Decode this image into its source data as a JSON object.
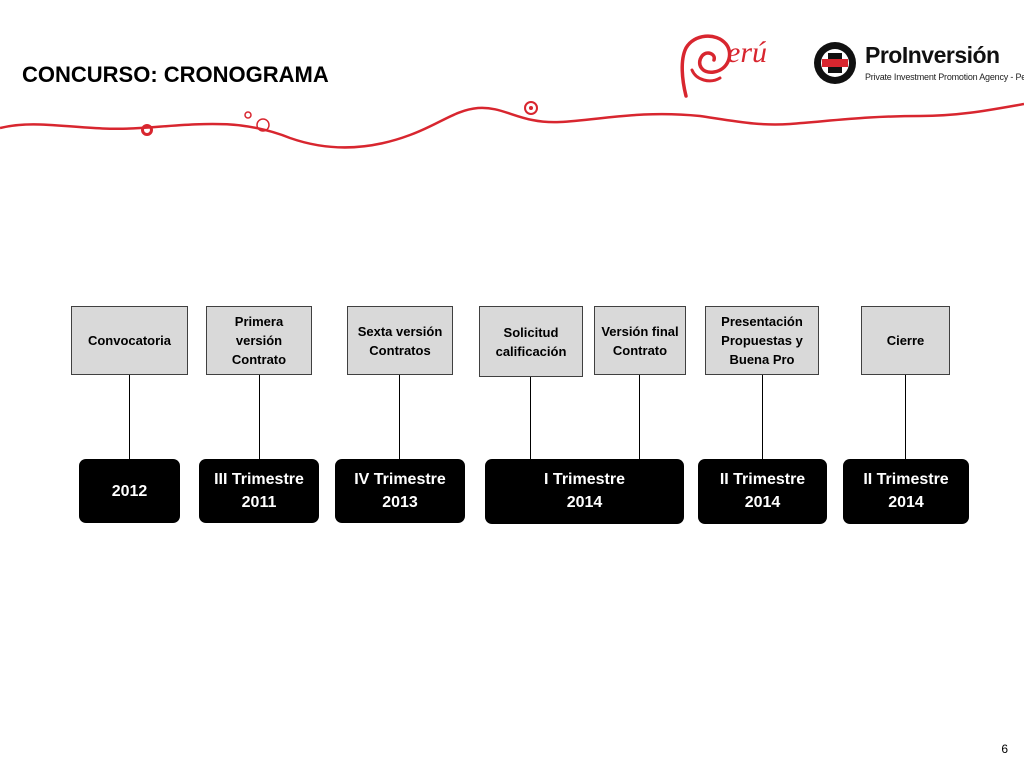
{
  "slide": {
    "title": "CONCURSO: CRONOGRAMA",
    "page_number": "6"
  },
  "logos": {
    "peru": {
      "text": "erú",
      "color": "#d8262f"
    },
    "proinversion": {
      "name": "ProInversión",
      "tagline": "Private Investment Promotion Agency - Peru",
      "accent_color": "#d8262f"
    }
  },
  "timeline": {
    "milestones": [
      {
        "label": "Convocatoria"
      },
      {
        "label": "Primera versión Contrato"
      },
      {
        "label": "Sexta versión Contratos"
      },
      {
        "label": "Solicitud calificación"
      },
      {
        "label": "Versión final Contrato"
      },
      {
        "label": "Presentación Propuestas y Buena Pro"
      },
      {
        "label": "Cierre"
      }
    ],
    "dates": [
      {
        "line1": "2012",
        "line2": ""
      },
      {
        "line1": "III Trimestre",
        "line2": "2011"
      },
      {
        "line1": "IV Trimestre",
        "line2": "2013"
      },
      {
        "line1": "I Trimestre",
        "line2": "2014"
      },
      {
        "line1": "II Trimestre",
        "line2": "2014"
      },
      {
        "line1": "II Trimestre",
        "line2": "2014"
      }
    ]
  },
  "colors": {
    "accent_red": "#d8262f",
    "milestone_fill": "#d9d9d9",
    "date_fill": "#000000"
  }
}
